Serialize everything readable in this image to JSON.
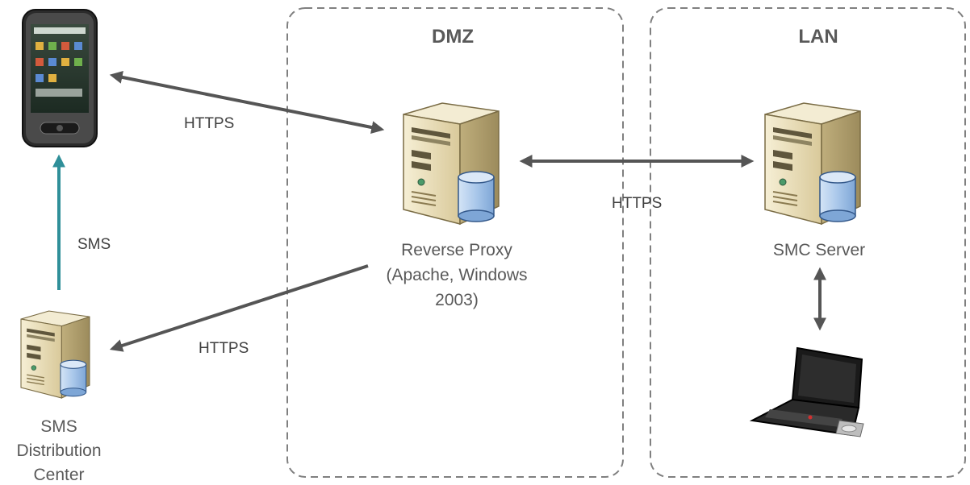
{
  "zones": {
    "dmz": "DMZ",
    "lan": "LAN"
  },
  "nodes": {
    "mobile_phone": {
      "icon": "smartphone-icon"
    },
    "reverse_proxy": {
      "icon": "server-tower-icon",
      "label_lines": [
        "Reverse Proxy",
        "(Apache, Windows",
        "2003)"
      ]
    },
    "smc_server": {
      "icon": "server-tower-icon",
      "label_lines": [
        "SMC Server"
      ]
    },
    "sms_distribution_center": {
      "icon": "server-tower-icon",
      "label_lines": [
        "SMS",
        "Distribution",
        "Center"
      ]
    },
    "laptop": {
      "icon": "laptop-icon"
    }
  },
  "connections": {
    "phone_proxy": "HTTPS",
    "proxy_smc": "HTTPS",
    "sms_to_phone": "SMS",
    "proxy_sms_center": "HTTPS"
  },
  "colors": {
    "arrow": "#555555",
    "sms_arrow": "#2f8f99",
    "zone_border": "#808080",
    "server_body": "#e8dcb4",
    "database": "#a9c7ea"
  }
}
